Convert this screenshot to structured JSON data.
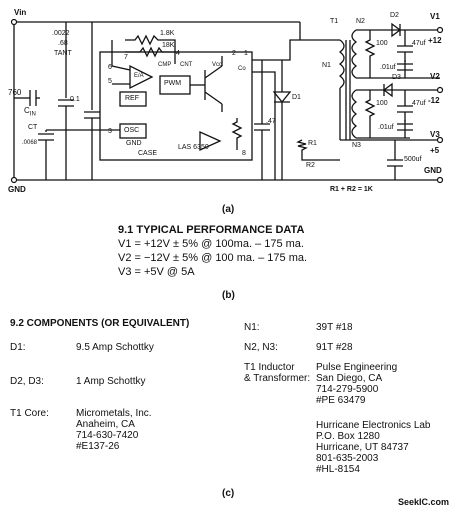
{
  "schematic": {
    "labels": {
      "vin": "Vin",
      "gnd_left": "GND",
      "c760": "760",
      "c760_sub": "C",
      "c760_subsub": "IN",
      "c01": "0.1",
      "c0022": ".0022",
      "c68": ".68",
      "tant": "TANT",
      "ct": "CT",
      "ct_val": ".0068",
      "r18k_a": "1.8K",
      "r18k_b": "18K",
      "cmp": "CMP",
      "cnt": "CNT",
      "vcc": "Vcc",
      "co": "Co",
      "pin1": "1",
      "pin2": "2",
      "pin3": "3",
      "pin4": "4",
      "pin5": "5",
      "pin6": "6",
      "pin7": "7",
      "pin8": "8",
      "ref": "REF",
      "osc": "OSC",
      "pwm": "PWM",
      "ea": "E/A",
      "gnd_case": "GND",
      "case": "CASE",
      "chip": "LAS 6350",
      "d1": "D1",
      "c47": ".47",
      "t1": "T1",
      "n2": "N2",
      "n1": "N1",
      "n3": "N3",
      "d2": "D2",
      "d3": "D3",
      "r100_a": "100",
      "r100_b": "100",
      "c47uf_a": "47uf",
      "c47uf_b": "47uf",
      "c01uf_a": ".01uf",
      "c01uf_b": ".01uf",
      "c500uf": "500uf",
      "r1": "R1",
      "r2": "R2",
      "r1r2": "R1 + R2 = 1K",
      "v1": "V1",
      "v2": "V2",
      "v3": "V3",
      "plus12": "+12",
      "minus12": "-12",
      "plus5": "+5",
      "gnd_right": "GND",
      "caption_a": "(a)"
    }
  },
  "performance": {
    "heading": "9.1  TYPICAL PERFORMANCE DATA",
    "lines": [
      "V1 = +12V ± 5% @ 100ma. – 175 ma.",
      "V2 = −12V ± 5% @ 100 ma. – 175 ma.",
      "V3 = +5V @ 5A"
    ],
    "caption": "(b)"
  },
  "components": {
    "heading": "9.2  COMPONENTS (OR EQUIVALENT)",
    "left": [
      {
        "label": "D1:",
        "value": "9.5 Amp Schottky"
      },
      {
        "label": "D2, D3:",
        "value": "1 Amp Schottky"
      },
      {
        "label": "T1 Core:",
        "value": "Micrometals, Inc.\nAnaheim, CA\n714-630-7420\n#E137-26"
      }
    ],
    "right": [
      {
        "label": "N1:",
        "value": "39T #18"
      },
      {
        "label": "N2, N3:",
        "value": "91T #28"
      },
      {
        "label": "T1 Inductor\n& Transformer:",
        "value": "Pulse Engineering\nSan Diego, CA\n714-279-5900\n#PE 63479"
      },
      {
        "label": "",
        "value": "Hurricane Electronics Lab\nP.O. Box 1280\nHurricane, UT 84737\n801-635-2003\n#HL-8154"
      }
    ],
    "caption": "(c)"
  },
  "watermark": "SeekIC.com"
}
